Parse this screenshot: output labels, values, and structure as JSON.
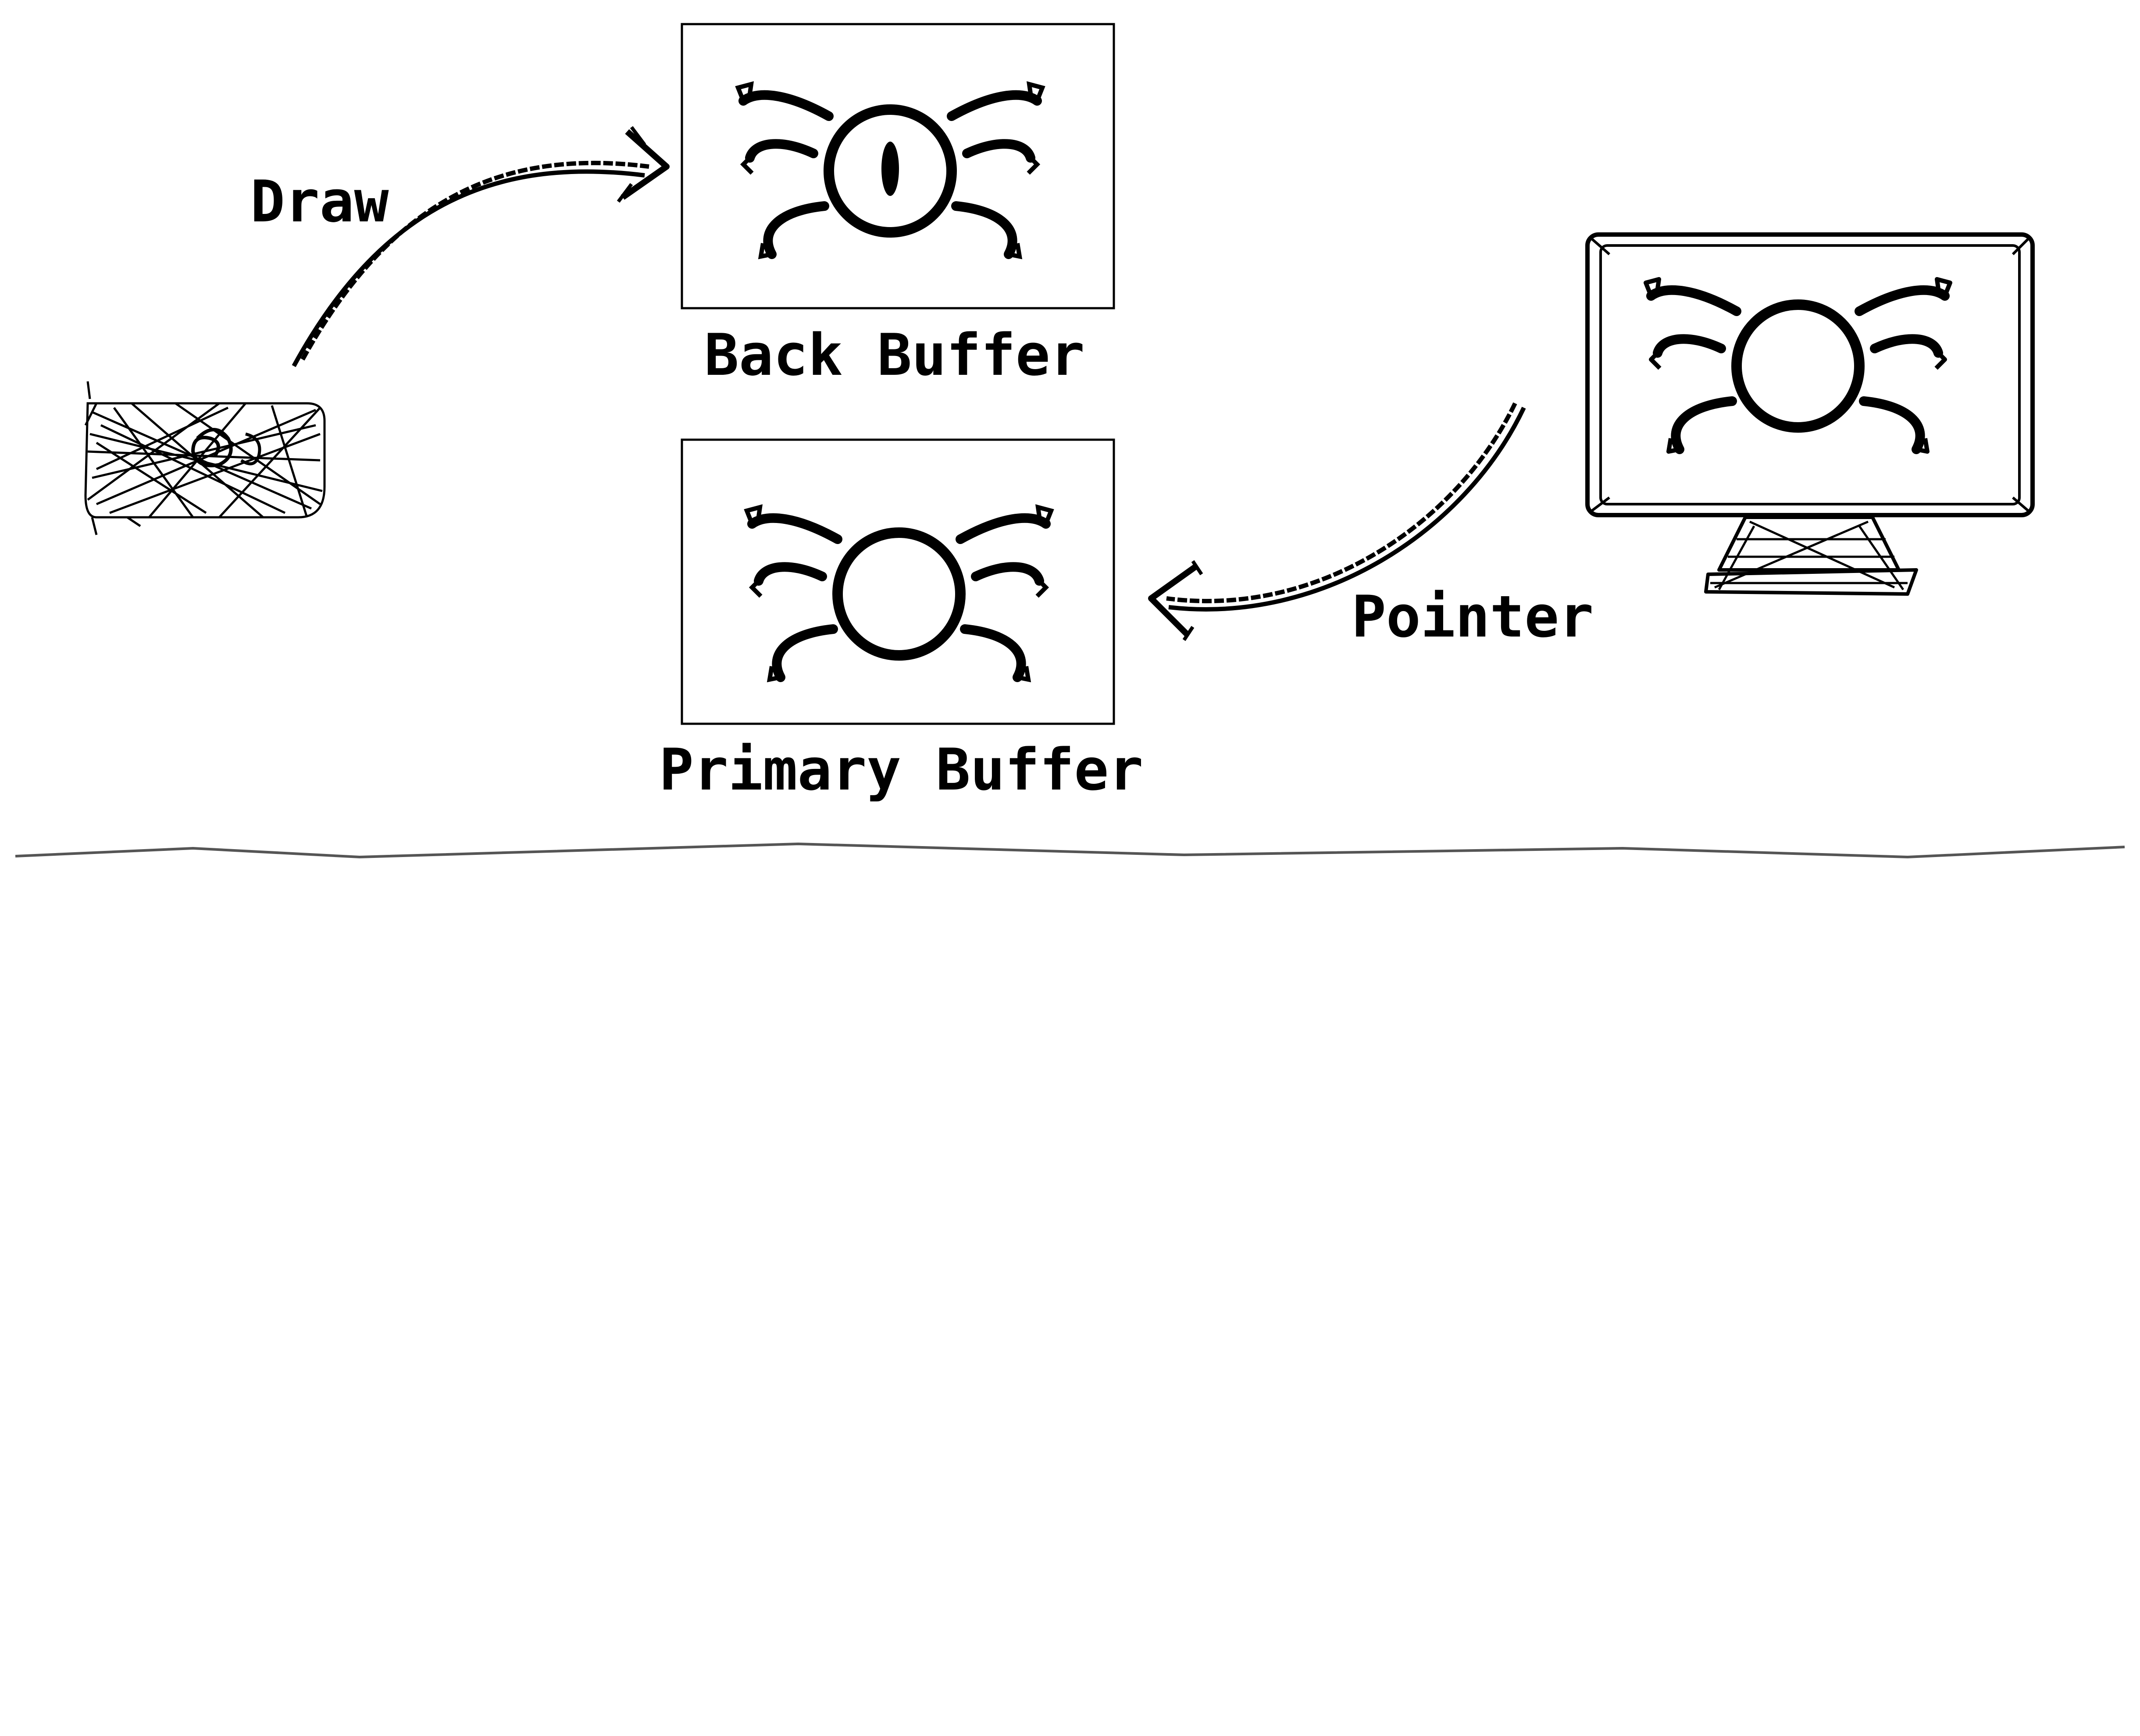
{
  "labels": {
    "draw": "Draw",
    "back_buffer": "Back Buffer",
    "primary_buffer": "Primary Buffer",
    "pointer": "Pointer"
  },
  "colors": {
    "ink": "#000000",
    "background": "#ffffff",
    "divider": "#555555"
  },
  "icons": {
    "source": "scribbled-blob-icon",
    "back_buffer_image": "one-eyed-spider-icon",
    "primary_buffer_image": "spider-icon",
    "display": "monitor-icon"
  }
}
